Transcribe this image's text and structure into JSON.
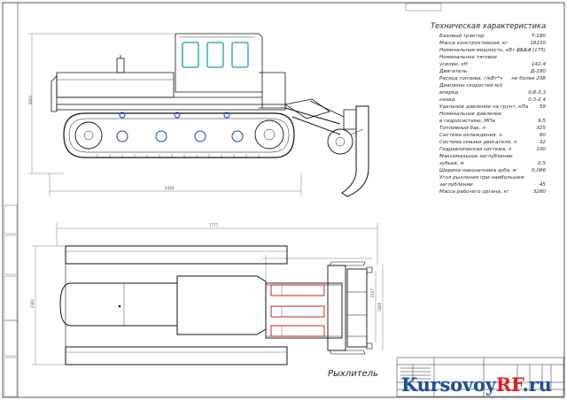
{
  "spec": {
    "title": "Техническая характеристика",
    "rows": [
      {
        "label": "Базовый трактор",
        "value": "Т-180"
      },
      {
        "label": "Масса конструктивная, кг",
        "value": "18230"
      },
      {
        "label": "Номинальная мощность, кВт (л. с.)",
        "value": "132,4 (175)"
      },
      {
        "label": "Номинальное тяговое",
        "value": ""
      },
      {
        "label": "усилие, кН",
        "value": "142,4"
      },
      {
        "label": "Двигатель",
        "value": "Д-180"
      },
      {
        "label": "Расход топлива, г/кВт*ч",
        "value": "не более 238"
      },
      {
        "label": "Диапазон скоростей м/с",
        "value": ""
      },
      {
        "label": "вперед",
        "value": "0,8-3,3"
      },
      {
        "label": "назад",
        "value": "0,3-2,4"
      },
      {
        "label": "Удельное давление на грунт, кПа",
        "value": "59"
      },
      {
        "label": "Номинальное давление",
        "value": ""
      },
      {
        "label": "в гидросистеме, МПа",
        "value": "9,5"
      },
      {
        "label": "Топливный бак, л",
        "value": "325"
      },
      {
        "label": "Система охлаждения, л",
        "value": "60"
      },
      {
        "label": "Система смазки двигателя, л",
        "value": "32"
      },
      {
        "label": "Гидравлическая система, л",
        "value": "100"
      },
      {
        "label": "Максимальное заглубление",
        "value": ""
      },
      {
        "label": "зубьев, м",
        "value": "0,5"
      },
      {
        "label": "Ширина наконечника зуба, м",
        "value": "0,086"
      },
      {
        "label": "Угол рыхления при наибольшем",
        "value": ""
      },
      {
        "label": "заглублении",
        "value": "45"
      },
      {
        "label": "Масса рабочего органа, кг",
        "value": "3280"
      }
    ]
  },
  "dimensions": {
    "side_length": "5420",
    "side_height": "2820",
    "plan_length": "7777",
    "plan_width": "2362",
    "ripper_span": "2107",
    "ripper_width": "1826"
  },
  "title_block": {
    "name": "Рыхлитель"
  },
  "watermark": {
    "part1": "Kursovoy",
    "part2": "RF",
    "part3": ".ru"
  }
}
